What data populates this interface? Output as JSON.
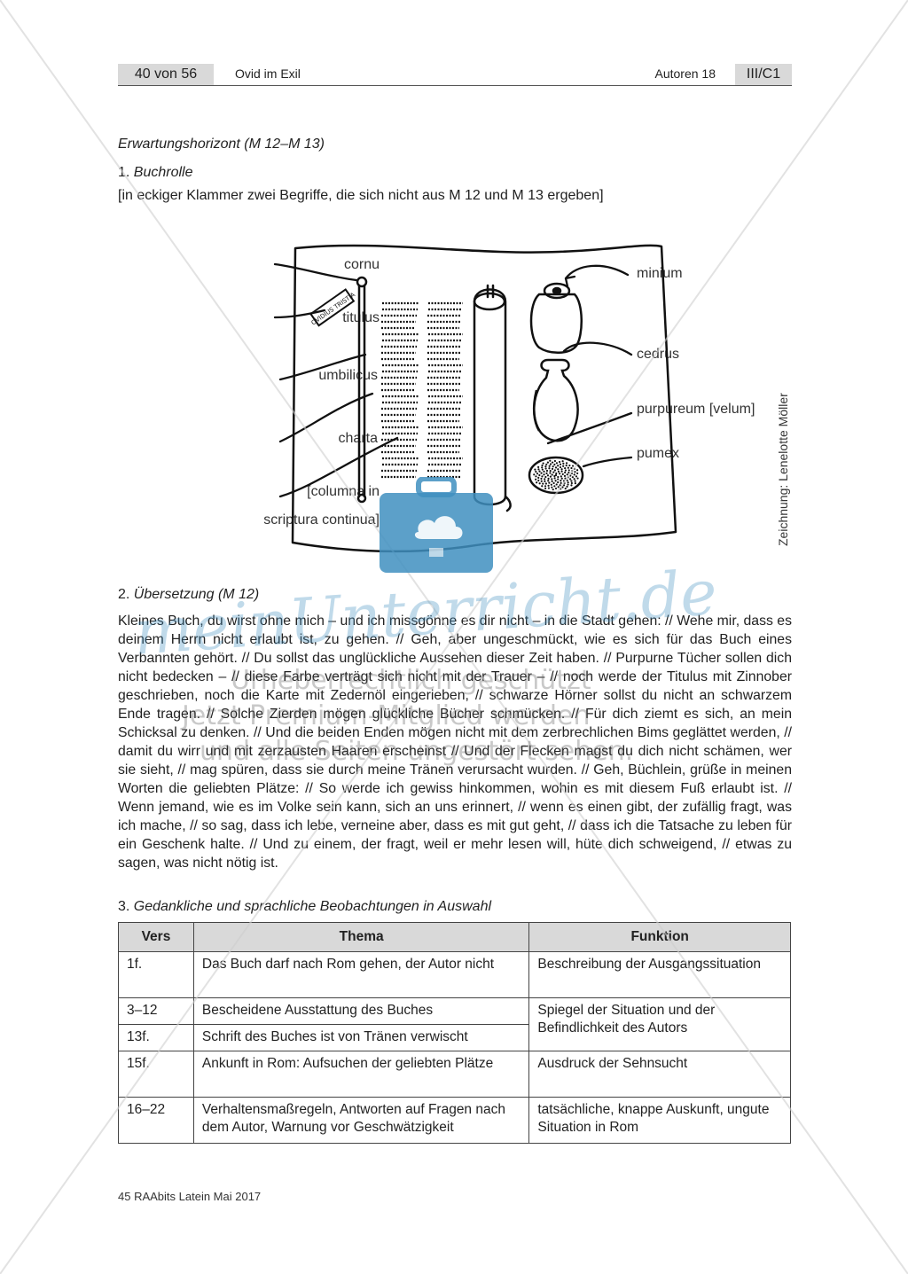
{
  "header": {
    "page": "40 von 56",
    "title": "Ovid im Exil",
    "series": "Autoren 18",
    "section": "III/C1"
  },
  "heading": "Erwartungshorizont (M 12–M 13)",
  "part1": {
    "number": "1.",
    "title": "Buchrolle",
    "note": "[in eckiger Klammer zwei Begriffe, die sich nicht aus M 12 und M 13 ergeben]"
  },
  "figure": {
    "labels_left": {
      "cornu": "cornu",
      "titulus": "titulus",
      "umbilicus": "umbilicus",
      "charta": "charta",
      "columna_1": "[columna in",
      "columna_2": "scriptura continua]"
    },
    "labels_right": {
      "minium": "minium",
      "cedrus": "cedrus",
      "purpureum": "purpureum [velum]",
      "pumex": "pumex"
    },
    "titulus_text": "OVIDIUS TRISTIA",
    "credit": "Zeichnung: Lenelotte Möller"
  },
  "part2": {
    "number": "2.",
    "title": "Übersetzung (M 12)",
    "text": "Kleines Buch, du wirst ohne mich – und ich missgönne es dir nicht – in die Stadt gehen: // Wehe mir, dass es deinem Herrn nicht erlaubt ist, zu gehen. // Geh, aber ungeschmückt, wie es sich für das Buch eines Verbannten gehört. // Du sollst das unglückliche Aussehen dieser Zeit haben. // Purpurne Tücher sollen dich nicht bedecken – // diese Farbe verträgt sich nicht mit der Trauer – // noch werde der Titulus mit Zinnober geschrieben, noch die Karte mit Zedernöl eingerieben, // schwarze Hörner sollst du nicht an schwarzem Ende tragen. // Solche Zierden mögen glückliche Bücher schmücken. // Für dich ziemt es sich, an mein Schicksal zu denken. // Und die beiden Enden mögen nicht mit dem zerbrechlichen Bims geglättet werden, // damit du wirr und mit zerzausten Haaren erscheinst // Und der Flecken magst du dich nicht schämen, wer sie sieht, // mag spüren, dass sie durch meine Tränen verursacht wurden. // Geh, Büchlein, grüße in meinen Worten die geliebten Plätze: // So werde ich gewiss hinkommen, wohin es mit diesem Fuß erlaubt ist. // Wenn jemand, wie es im Volke sein kann, sich an uns erinnert, // wenn es einen gibt, der zufällig fragt, was ich mache, // so sag, dass ich lebe, verneine aber, dass es mit gut geht, // dass ich die Tatsache zu leben für ein Geschenk halte. // Und zu einem, der fragt, weil er mehr lesen will, hüte dich schweigend, // etwas zu sagen, was nicht nötig ist."
  },
  "part3": {
    "number": "3.",
    "title": "Gedankliche und sprachliche Beobachtungen in Auswahl"
  },
  "table": {
    "headers": [
      "Vers",
      "Thema",
      "Funktion"
    ],
    "rows": [
      {
        "vers": "1f.",
        "thema": "Das Buch darf nach Rom gehen, der Autor nicht",
        "funktion": "Beschreibung der Ausgangssituation"
      },
      {
        "vers": "3–12",
        "thema": "Bescheidene Ausstattung des Buches",
        "funktion": "Spiegel der Situation und der Befindlichkeit des Autors"
      },
      {
        "vers": "13f.",
        "thema": "Schrift des Buches ist von Tränen verwischt",
        "funktion": ""
      },
      {
        "vers": "15f.",
        "thema": "Ankunft in Rom: Aufsuchen der geliebten Plätze",
        "funktion": "Ausdruck der Sehnsucht"
      },
      {
        "vers": "16–22",
        "thema": "Verhaltensmaßregeln, Antworten auf Fragen nach dem Autor, Warnung vor Geschwätzigkeit",
        "funktion": "tatsächliche, knappe Auskunft, ungute Situation in Rom"
      }
    ]
  },
  "footer": "45 RAAbits Latein Mai 2017",
  "watermark": {
    "brand": "meinUnterricht.de",
    "line1": "Urheberrechtlich geschützt",
    "line2": "Jetzt Premium-Mitglied werden",
    "line3": "und alle Seiten ungestört sehen."
  }
}
